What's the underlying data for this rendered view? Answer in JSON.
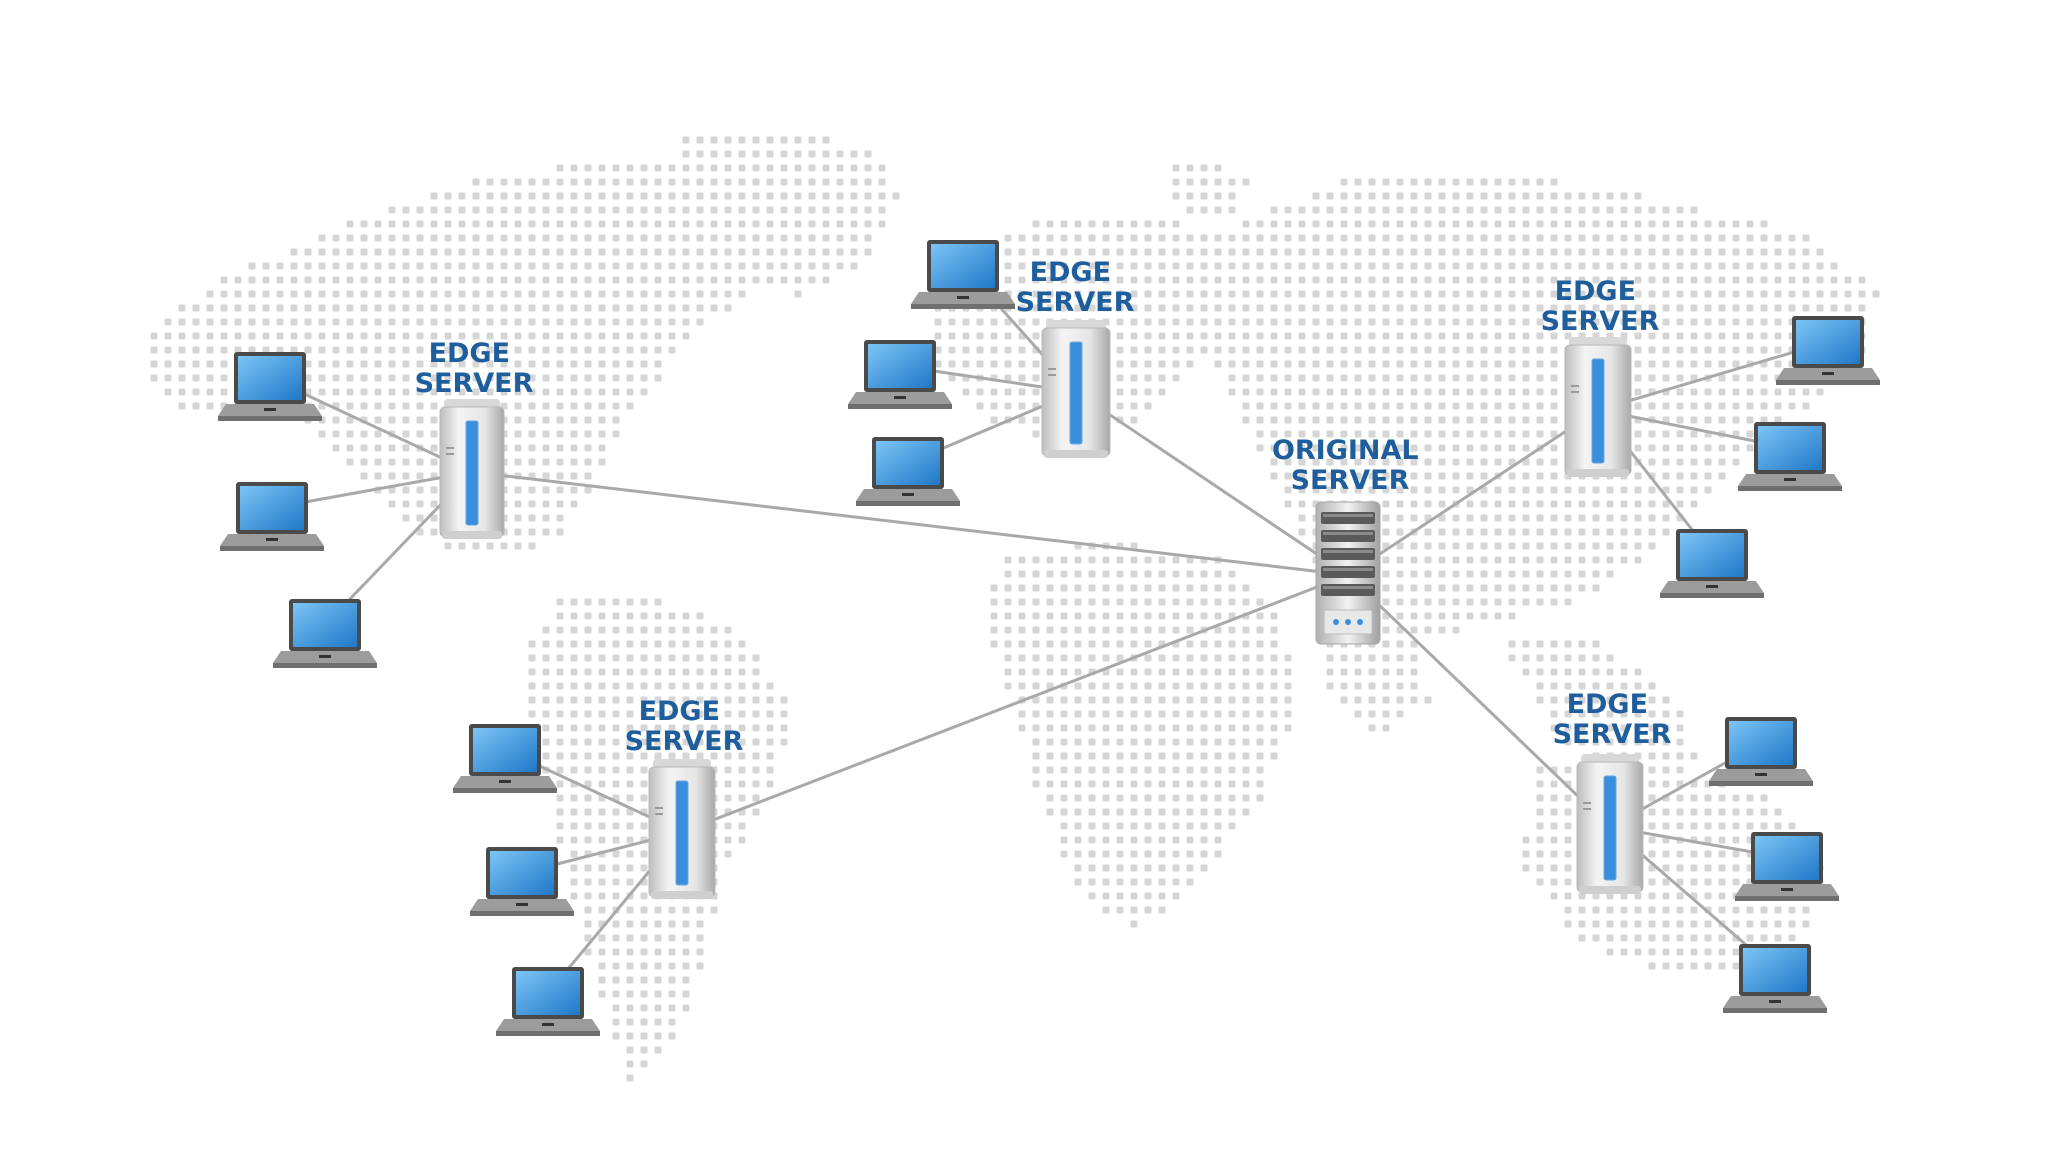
{
  "colors": {
    "label": "#1f5e9c",
    "link": "#a9a9a9",
    "map_dot": "#d6d6d6",
    "screen": "#2f8fe0",
    "screen_light": "#7cc4f5",
    "laptop_body": "#9c9c9c",
    "server_body": "#dcdcdc",
    "server_stripe": "#3a8fdc"
  },
  "nodes": {
    "origin": {
      "line1": "ORIGINAL",
      "line2": "SERVER",
      "icon": "rack-server-icon"
    },
    "edges": [
      {
        "id": "edge-west",
        "line1": "EDGE",
        "line2": "SERVER",
        "icon": "tower-server-icon",
        "clients": 3
      },
      {
        "id": "edge-north",
        "line1": "EDGE",
        "line2": "SERVER",
        "icon": "tower-server-icon",
        "clients": 3
      },
      {
        "id": "edge-southwest",
        "line1": "EDGE",
        "line2": "SERVER",
        "icon": "tower-server-icon",
        "clients": 3
      },
      {
        "id": "edge-east",
        "line1": "EDGE",
        "line2": "SERVER",
        "icon": "tower-server-icon",
        "clients": 3
      },
      {
        "id": "edge-southeast",
        "line1": "EDGE",
        "line2": "SERVER",
        "icon": "tower-server-icon",
        "clients": 3
      }
    ],
    "client_icon": "laptop-icon"
  }
}
